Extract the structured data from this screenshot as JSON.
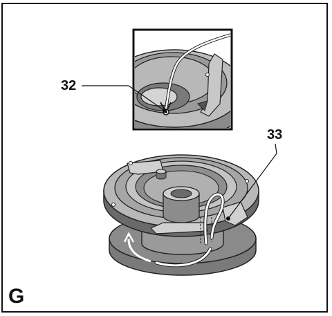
{
  "figure": {
    "letter": "G",
    "callouts": {
      "c32": "32",
      "c33": "33"
    }
  },
  "colors": {
    "line": "#1a1a1a",
    "light_gray": "#bfbfbf",
    "mid_gray": "#9a9a9a",
    "dark_gray": "#6e6e6e",
    "deep_gray": "#505050",
    "background": "#ffffff"
  }
}
